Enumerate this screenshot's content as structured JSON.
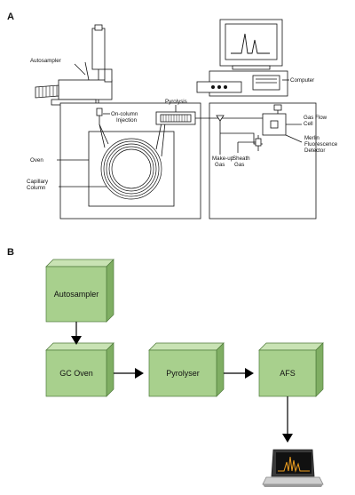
{
  "panels": {
    "a": "A",
    "b": "B"
  },
  "schematic": {
    "autosampler": "Autosampler",
    "computer": "Computer",
    "pyrolysis": "Pyrolysis",
    "on_column_1": "On-column",
    "on_column_2": "Injection",
    "oven": "Oven",
    "capillary_1": "Capillary",
    "capillary_2": "Column",
    "makeup_1": "Make-up",
    "makeup_2": "Gas",
    "sheath_1": "Sheath",
    "sheath_2": "Gas",
    "gasflow_1": "Gas Flow",
    "gasflow_2": "Cell",
    "merlin_1": "Merlin",
    "merlin_2": "Fluorescence",
    "merlin_3": "Detector"
  },
  "flow": {
    "autosampler": "Autosampler",
    "gc_oven": "GC Oven",
    "pyrolyser": "Pyrolyser",
    "afs": "AFS"
  },
  "colors": {
    "box_front": "#a8d08d",
    "box_top": "#c9e3b4",
    "box_side": "#7fae63",
    "box_edge": "#4f7a3a",
    "arrow": "#000000",
    "spectrum_peak": "#f0a020"
  }
}
